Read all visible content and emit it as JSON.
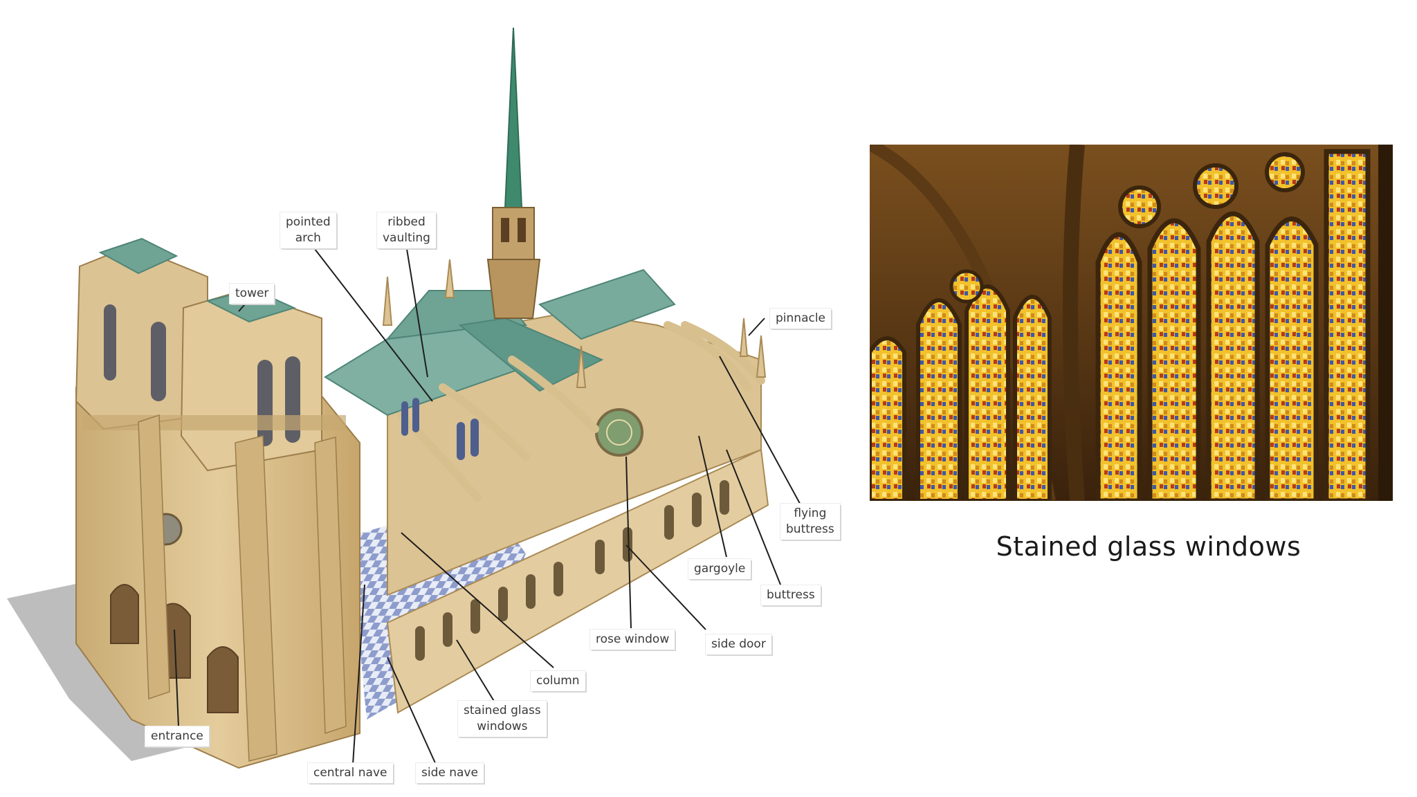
{
  "diagram": {
    "labels": {
      "pointed_arch": "pointed\narch",
      "ribbed_vaulting": "ribbed\nvaulting",
      "tower": "tower",
      "pinnacle": "pinnacle",
      "flying_buttress": "flying\nbuttress",
      "gargoyle": "gargoyle",
      "buttress": "buttress",
      "rose_window": "rose window",
      "side_door": "side door",
      "column": "column",
      "stained_glass_windows": "stained glass\nwindows",
      "entrance": "entrance",
      "central_nave": "central nave",
      "side_nave": "side nave"
    }
  },
  "photo": {
    "caption": "Stained glass windows"
  },
  "colors": {
    "stone": "#d9bf8c",
    "stone_shadow": "#b89a62",
    "roof": "#6fa394",
    "roof_dark": "#4f8577",
    "spire": "#3f8a6e",
    "glass_gold": "#f3c22a",
    "glass_red": "#c0401c",
    "glass_blue": "#3b5aa8"
  }
}
